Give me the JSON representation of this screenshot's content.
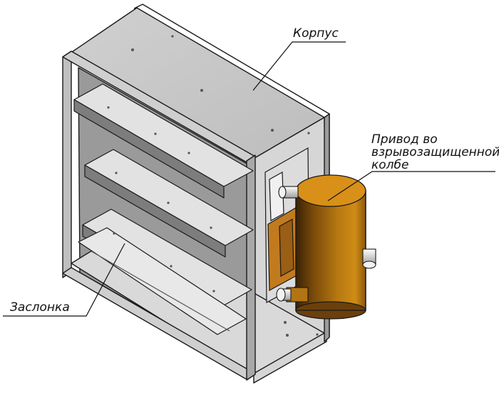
{
  "labels": {
    "housing": "Корпус",
    "actuator_line1": "Привод во",
    "actuator_line2": "взрывозащищенной",
    "actuator_line3": "колбе",
    "damper": "Заслонка"
  },
  "colors": {
    "background": "#ffffff",
    "metal_light": "#e6e6e6",
    "metal_mid": "#c9c9c9",
    "metal_dark": "#8d8d8d",
    "outline": "#1a1a1a",
    "actuator_orange": "#d89018",
    "bracket_orange": "#c27a1e"
  }
}
